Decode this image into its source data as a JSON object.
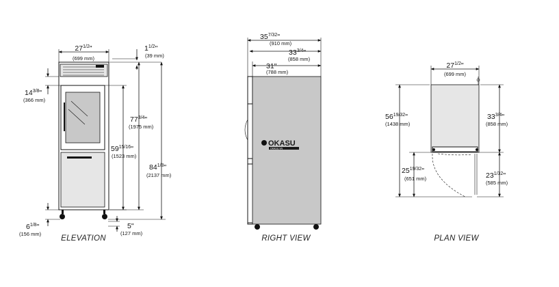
{
  "views": {
    "elevation": "ELEVATION",
    "right": "RIGHT VIEW",
    "plan": "PLAN VIEW"
  },
  "logo": {
    "text": "OKASU",
    "tagline": "OKASU.VN",
    "color": "#1a1a1a"
  },
  "dims": {
    "el_width": {
      "main": "27",
      "frac": "1/2",
      "unit": "\"",
      "mm": "(699 mm)"
    },
    "el_top": {
      "main": "1",
      "frac": "1/2",
      "unit": "\"",
      "mm": "(39 mm)"
    },
    "el_upper": {
      "main": "14",
      "frac": "3/8",
      "unit": "\"",
      "mm": "(366 mm)"
    },
    "el_door": {
      "main": "77",
      "frac": "3/4",
      "unit": "\"",
      "mm": "(1975 mm)"
    },
    "el_mid": {
      "main": "59",
      "frac": "15/16",
      "unit": "\"",
      "mm": "(1523 mm)"
    },
    "el_total": {
      "main": "84",
      "frac": "1/8",
      "unit": "\"",
      "mm": "(2137 mm)"
    },
    "el_leg": {
      "main": "6",
      "frac": "1/8",
      "unit": "\"",
      "mm": "(156 mm)"
    },
    "el_base": {
      "main": "5",
      "frac": "",
      "unit": "\"",
      "mm": "(127 mm)"
    },
    "rv_total": {
      "main": "35",
      "frac": "7/32",
      "unit": "\"",
      "mm": "(910 mm)"
    },
    "rv_mid": {
      "main": "33",
      "frac": "3/4",
      "unit": "\"",
      "mm": "(858 mm)"
    },
    "rv_body": {
      "main": "31",
      "frac": "",
      "unit": "\"",
      "mm": "(788 mm)"
    },
    "pv_width": {
      "main": "27",
      "frac": "1/2",
      "unit": "\"",
      "mm": "(699 mm)"
    },
    "pv_total": {
      "main": "56",
      "frac": "19/32",
      "unit": "\"",
      "mm": "(1438 mm)"
    },
    "pv_depth": {
      "main": "33",
      "frac": "3/4",
      "unit": "\"",
      "mm": "(858 mm)"
    },
    "pv_swing_l": {
      "main": "25",
      "frac": "19/32",
      "unit": "\"",
      "mm": "(651 mm)"
    },
    "pv_swing_r": {
      "main": "23",
      "frac": "1/32",
      "unit": "\"",
      "mm": "(585 mm)"
    }
  }
}
